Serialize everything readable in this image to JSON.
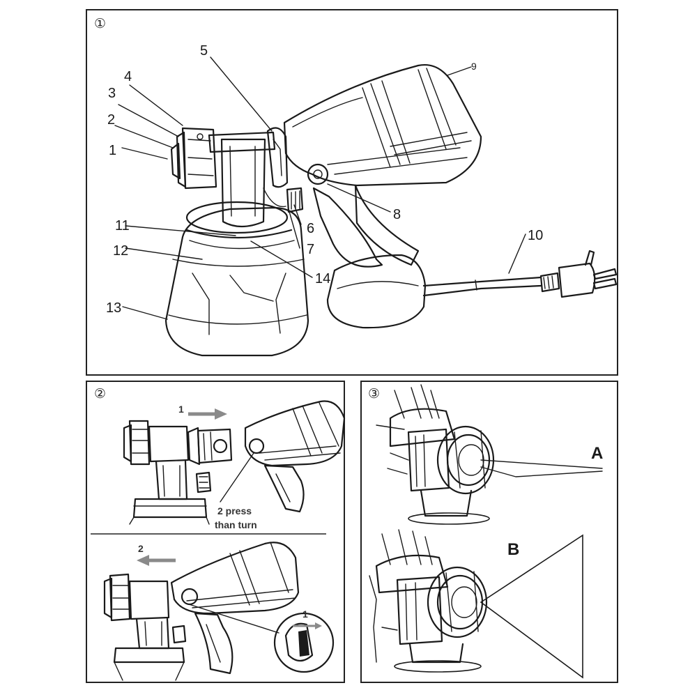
{
  "panels": [
    {
      "marker": "①"
    },
    {
      "marker": "②"
    },
    {
      "marker": "③"
    }
  ],
  "part_labels": [
    "1",
    "2",
    "3",
    "4",
    "5",
    "6",
    "7",
    "8",
    "9",
    "10",
    "11",
    "12",
    "13",
    "14"
  ],
  "panel2": {
    "step1": "1",
    "step2_line1": "2 press",
    "step2_line2": "than turn",
    "step2_lower": "2",
    "step1_inset": "1"
  },
  "panel3": {
    "label_a": "A",
    "label_b": "B"
  }
}
